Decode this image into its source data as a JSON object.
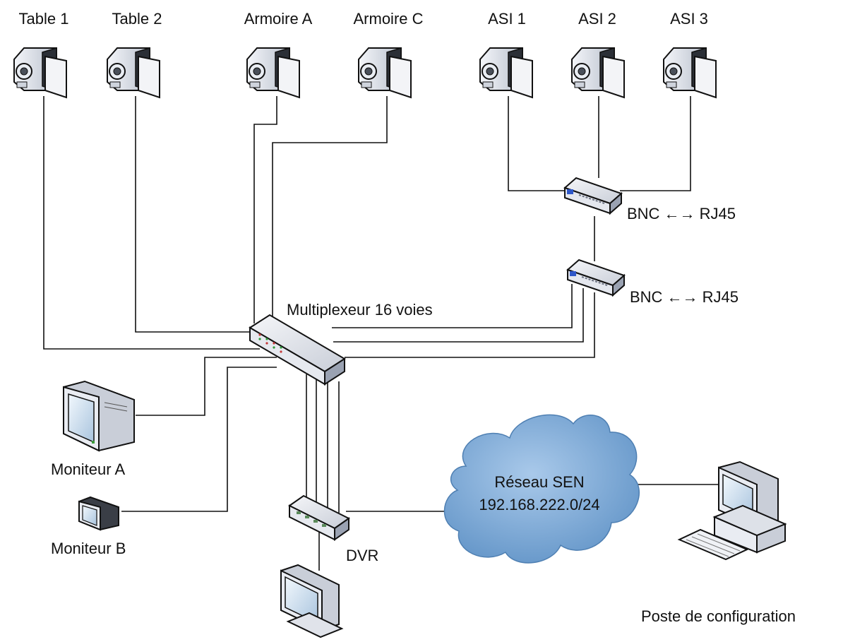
{
  "cameras": [
    {
      "label": "Table 1"
    },
    {
      "label": "Table 2"
    },
    {
      "label": "Armoire A"
    },
    {
      "label": "Armoire C"
    },
    {
      "label": "ASI 1"
    },
    {
      "label": "ASI 2"
    },
    {
      "label": "ASI 3"
    }
  ],
  "converters": [
    {
      "label": "BNC ←→ RJ45"
    },
    {
      "label": "BNC ←→ RJ45"
    }
  ],
  "multiplexer": {
    "label": "Multiplexeur 16 voies"
  },
  "monitors": [
    {
      "label": "Moniteur A"
    },
    {
      "label": "Moniteur B"
    }
  ],
  "dvr": {
    "label": "DVR"
  },
  "network": {
    "name": "Réseau SEN",
    "subnet": "192.168.222.0/24"
  },
  "workstation": {
    "label": "Poste de configuration"
  },
  "colors": {
    "line": "#111111",
    "device_light": "#dfe3ec",
    "device_dark": "#9aa2b2",
    "cloud": "#7aa8d6",
    "screen": "#d6e6f4"
  }
}
